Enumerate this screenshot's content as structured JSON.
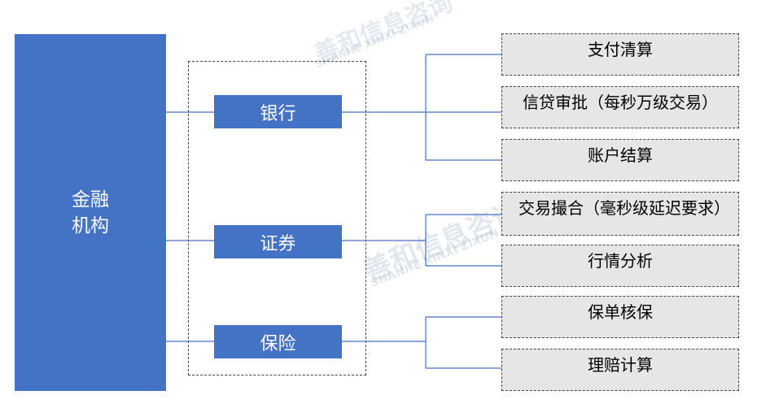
{
  "root": {
    "lines": [
      "金融",
      "机构"
    ]
  },
  "categories": [
    {
      "label": "银行",
      "children": [
        "支付清算",
        "信贷审批（每秒万级交易）",
        "账户结算"
      ]
    },
    {
      "label": "证券",
      "children": [
        "交易撮合（毫秒级延迟要求）",
        "行情分析"
      ]
    },
    {
      "label": "保险",
      "children": [
        "保单核保",
        "理赔计算"
      ]
    }
  ],
  "watermark": {
    "cn": "善和信息咨询",
    "en": "SHANHE XINXI ZIXUN"
  },
  "colors": {
    "accent": "#4472c4",
    "leaf_fill": "#e6e6e6",
    "frame": "#444444"
  }
}
